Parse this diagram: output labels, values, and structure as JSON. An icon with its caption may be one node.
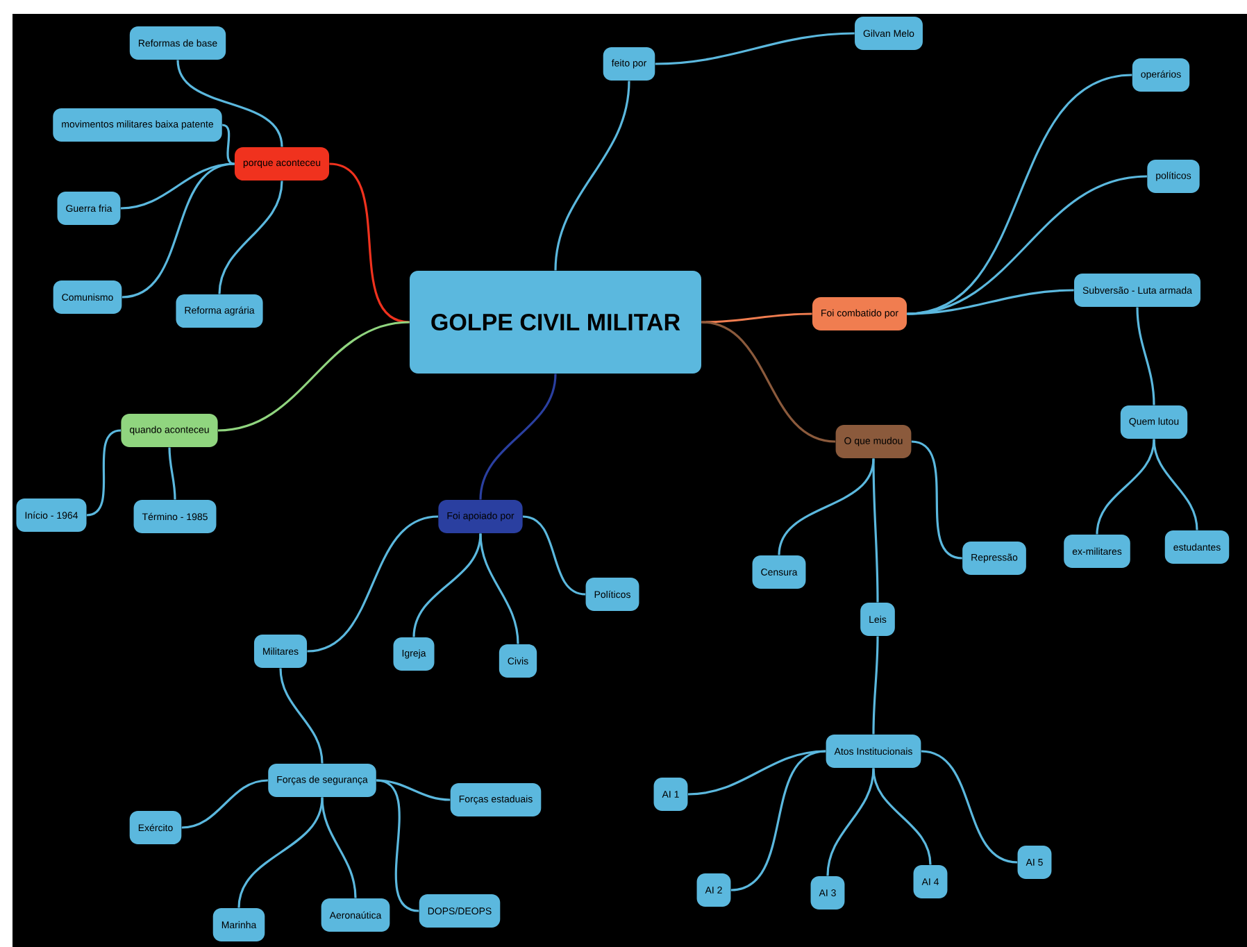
{
  "diagram": {
    "nodes": [
      {
        "text": [
          "GOLPE CIVIL MILITAR"
        ]
      },
      {
        "text": [
          "porque aconteceu"
        ]
      },
      {
        "text": [
          "Reformas de base"
        ]
      },
      {
        "text": [
          "movimentos militares baixa patente"
        ]
      },
      {
        "text": [
          "Guerra fria"
        ]
      },
      {
        "text": [
          "Comunismo"
        ]
      },
      {
        "text": [
          "Reforma agrária"
        ]
      },
      {
        "text": [
          "quando aconteceu"
        ]
      },
      {
        "text": [
          "Início - 1964"
        ]
      },
      {
        "text": [
          "Término - 1985"
        ]
      },
      {
        "text": [
          "feito por"
        ]
      },
      {
        "text": [
          "Gilvan Melo"
        ]
      },
      {
        "text": [
          "Foi combatido por"
        ]
      },
      {
        "text": [
          "operários"
        ]
      },
      {
        "text": [
          "políticos"
        ]
      },
      {
        "text": [
          "Subversão - Luta armada"
        ]
      },
      {
        "text": [
          "Quem lutou"
        ]
      },
      {
        "text": [
          "ex-militares"
        ]
      },
      {
        "text": [
          "estudantes"
        ]
      },
      {
        "text": [
          "O que mudou"
        ]
      },
      {
        "text": [
          "Censura"
        ]
      },
      {
        "text": [
          "Repressão"
        ]
      },
      {
        "text": [
          "Leis"
        ]
      },
      {
        "text": [
          "Atos Institucionais"
        ]
      },
      {
        "text": [
          "AI 1"
        ]
      },
      {
        "text": [
          "AI 2"
        ]
      },
      {
        "text": [
          "AI 3"
        ]
      },
      {
        "text": [
          "AI 4"
        ]
      },
      {
        "text": [
          "AI 5"
        ]
      },
      {
        "text": [
          "Foi apoiado por"
        ]
      },
      {
        "text": [
          "Políticos"
        ]
      },
      {
        "text": [
          "Militares"
        ]
      },
      {
        "text": [
          "Igreja"
        ]
      },
      {
        "text": [
          "Civis"
        ]
      },
      {
        "text": [
          "Forças de segurança"
        ]
      },
      {
        "text": [
          "Exército"
        ]
      },
      {
        "text": [
          "Forças estaduais"
        ]
      },
      {
        "text": [
          "Marinha"
        ]
      },
      {
        "text": [
          "Aeronaútica"
        ]
      },
      {
        "text": [
          "DOPS/DEOPS"
        ]
      }
    ],
    "edges": [
      {
        "from": 0,
        "to": 1,
        "arrow": "none",
        "color": "#f0321e"
      },
      {
        "from": 1,
        "to": 2,
        "arrow": "none"
      },
      {
        "from": 1,
        "to": 3,
        "arrow": "none"
      },
      {
        "from": 1,
        "to": 4,
        "arrow": "none"
      },
      {
        "from": 1,
        "to": 5,
        "arrow": "none"
      },
      {
        "from": 1,
        "to": 6,
        "arrow": "none"
      },
      {
        "from": 0,
        "to": 7,
        "arrow": "none",
        "color": "#90d57f"
      },
      {
        "from": 7,
        "to": 8,
        "arrow": "none"
      },
      {
        "from": 7,
        "to": 9,
        "arrow": "none"
      },
      {
        "from": 0,
        "to": 10,
        "arrow": "none"
      },
      {
        "from": 10,
        "to": 11,
        "arrow": "none"
      },
      {
        "from": 0,
        "to": 12,
        "arrow": "none",
        "color": "#f07d50"
      },
      {
        "from": 12,
        "to": 13,
        "arrow": "none"
      },
      {
        "from": 12,
        "to": 14,
        "arrow": "none"
      },
      {
        "from": 12,
        "to": 15,
        "arrow": "none"
      },
      {
        "from": 15,
        "to": 16,
        "arrow": "none"
      },
      {
        "from": 16,
        "to": 17,
        "arrow": "none"
      },
      {
        "from": 16,
        "to": 18,
        "arrow": "none"
      },
      {
        "from": 0,
        "to": 19,
        "arrow": "none",
        "color": "#8b5a3c"
      },
      {
        "from": 19,
        "to": 20,
        "arrow": "none"
      },
      {
        "from": 19,
        "to": 21,
        "arrow": "none"
      },
      {
        "from": 19,
        "to": 22,
        "arrow": "none"
      },
      {
        "from": 22,
        "to": 23,
        "arrow": "none"
      },
      {
        "from": 23,
        "to": 24,
        "arrow": "none"
      },
      {
        "from": 23,
        "to": 25,
        "arrow": "none"
      },
      {
        "from": 23,
        "to": 26,
        "arrow": "none"
      },
      {
        "from": 23,
        "to": 27,
        "arrow": "none"
      },
      {
        "from": 23,
        "to": 28,
        "arrow": "none"
      },
      {
        "from": 0,
        "to": 29,
        "arrow": "none",
        "color": "#2a3fa0"
      },
      {
        "from": 29,
        "to": 30,
        "arrow": "none"
      },
      {
        "from": 29,
        "to": 31,
        "arrow": "none"
      },
      {
        "from": 29,
        "to": 32,
        "arrow": "none"
      },
      {
        "from": 29,
        "to": 33,
        "arrow": "none"
      },
      {
        "from": 31,
        "to": 34,
        "arrow": "none"
      },
      {
        "from": 34,
        "to": 35,
        "arrow": "none"
      },
      {
        "from": 34,
        "to": 36,
        "arrow": "none"
      },
      {
        "from": 34,
        "to": 37,
        "arrow": "none"
      },
      {
        "from": 34,
        "to": 38,
        "arrow": "none"
      },
      {
        "from": 34,
        "to": 39,
        "arrow": "none"
      }
    ]
  }
}
